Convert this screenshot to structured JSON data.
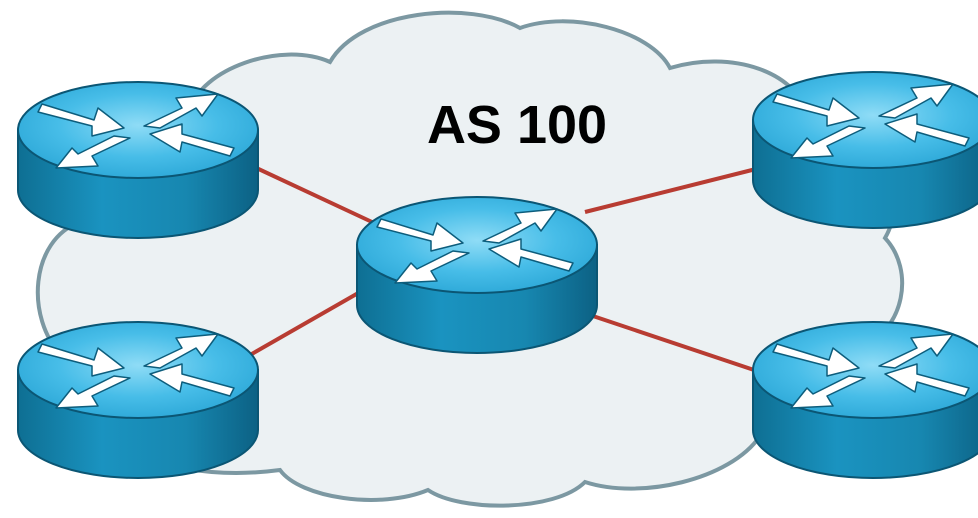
{
  "diagram": {
    "as_label": "AS 100",
    "colors": {
      "cloud_fill": "#ecf1f3",
      "cloud_stroke": "#7c98a2",
      "link": "#b83c32",
      "router_top": "#47bde8",
      "router_side": "#1787b0",
      "router_edge": "#0b5674",
      "arrow": "#ffffff"
    },
    "routers": [
      {
        "id": "router-top-left",
        "icon": "router-icon"
      },
      {
        "id": "router-bottom-left",
        "icon": "router-icon"
      },
      {
        "id": "router-center",
        "icon": "router-icon"
      },
      {
        "id": "router-top-right",
        "icon": "router-icon"
      },
      {
        "id": "router-bottom-right",
        "icon": "router-icon"
      }
    ],
    "links": [
      {
        "from": "router-top-left",
        "to": "router-center"
      },
      {
        "from": "router-bottom-left",
        "to": "router-center"
      },
      {
        "from": "router-top-right",
        "to": "router-center"
      },
      {
        "from": "router-bottom-right",
        "to": "router-center"
      }
    ]
  }
}
